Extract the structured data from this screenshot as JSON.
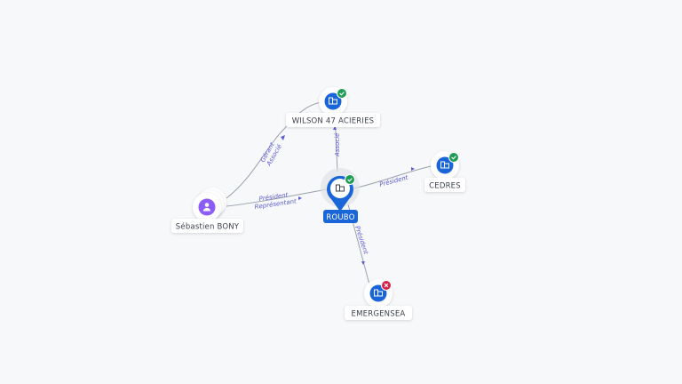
{
  "colors": {
    "background": "#f7f8fa",
    "edge": "#9aa1ad",
    "edge_label": "#5b5bd6",
    "company_blue": "#1a66d9",
    "person_purple": "#8b5cf6",
    "status_active": "#1f9d55",
    "status_closed": "#d6204c",
    "center_label_bg": "#1a66d9"
  },
  "nodes": {
    "wilson": {
      "label": "WILSON 47 ACIERIES",
      "icon": "building-icon",
      "status": "active"
    },
    "cedres": {
      "label": "CEDRES",
      "icon": "building-icon",
      "status": "active"
    },
    "roubo": {
      "label": "ROUBO",
      "icon": "building-icon",
      "status": "active"
    },
    "emergensea": {
      "label": "EMERGENSEA",
      "icon": "building-icon",
      "status": "closed"
    },
    "bony": {
      "label": "Sébastien BONY",
      "icon": "person-icon"
    }
  },
  "edges": {
    "bony_wilson": {
      "label1": "Gérant",
      "label2": "Associé"
    },
    "bony_roubo": {
      "label1": "Président",
      "label2": "Représentant"
    },
    "roubo_wilson": {
      "label1": "Associé"
    },
    "roubo_cedres": {
      "label1": "Président"
    },
    "roubo_emergensea": {
      "label1": "Président"
    }
  }
}
